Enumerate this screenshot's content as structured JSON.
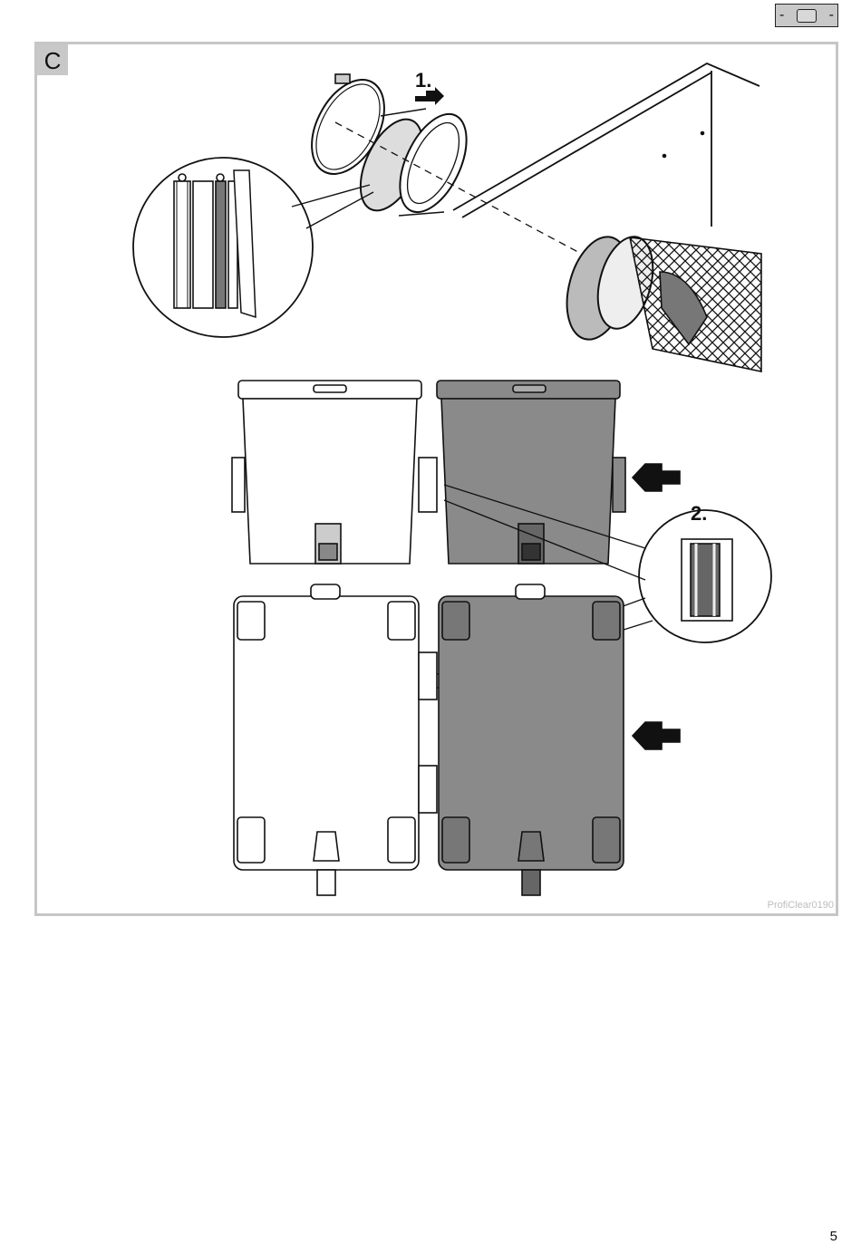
{
  "header": {
    "section_letter": "C"
  },
  "figure": {
    "step1": "1.",
    "step2": "2.",
    "reference": "ProfiClear0190"
  },
  "footer": {
    "page_number": "5"
  },
  "icons": {
    "corner": "minus-square-minus-icon",
    "arrow_upper": "arrow-left-icon",
    "arrow_lower": "arrow-left-icon"
  },
  "colors": {
    "dark_unit": "#8a8a8a",
    "light_unit": "#ffffff",
    "frame": "#c6c6c6",
    "label_bg": "#c8c8c8"
  }
}
